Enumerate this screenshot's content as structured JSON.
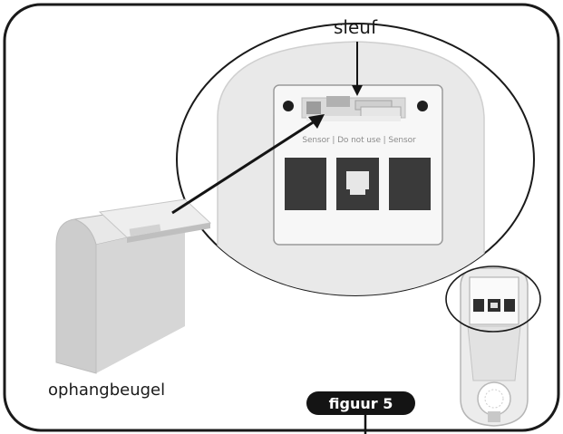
{
  "labels": {
    "slot": "sleuf",
    "hanger": "ophangbeugel",
    "figure": "figuur 5",
    "port_strip": "Sensor | Do not use | Sensor"
  },
  "colors": {
    "frame": "#1a1a1a",
    "device_body": "#e9e9e9",
    "panel": "#f7f7f7",
    "port": "#3a3a3a",
    "hanger": "#dcdcdc",
    "badge": "#141414"
  },
  "icons": [
    "arrow-icon",
    "connector-icon"
  ]
}
